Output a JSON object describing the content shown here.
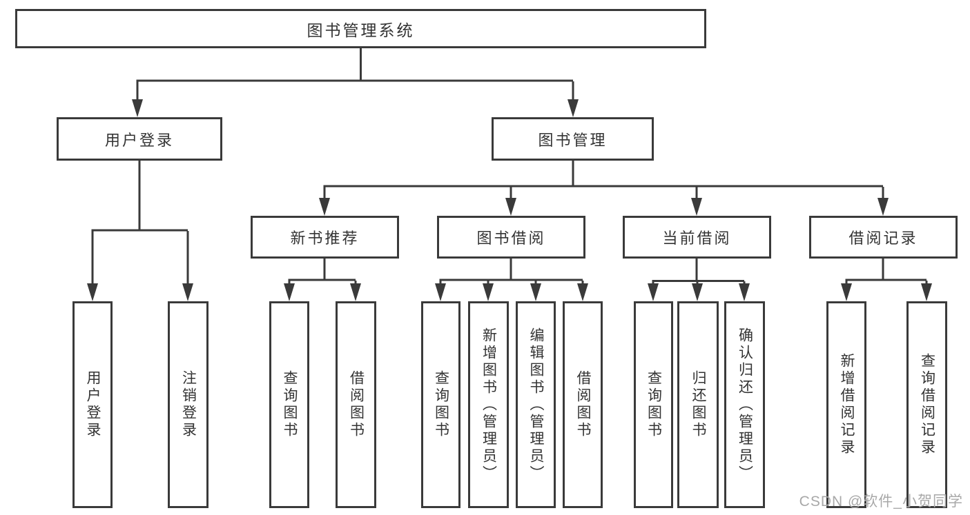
{
  "colors": {
    "line": "#3a3a3a",
    "text": "#333333",
    "watermark_gray": "#a8a8a8",
    "background": "#ffffff"
  },
  "watermark": "CSDN @软件_小贺同学",
  "tree": {
    "root": {
      "label": "图书管理系统",
      "children": [
        {
          "label": "用户登录",
          "children": [
            {
              "label": "用户登录"
            },
            {
              "label": "注销登录"
            }
          ]
        },
        {
          "label": "图书管理",
          "children": [
            {
              "label": "新书推荐",
              "children": [
                {
                  "label": "查询图书"
                },
                {
                  "label": "借阅图书"
                }
              ]
            },
            {
              "label": "图书借阅",
              "children": [
                {
                  "label": "查询图书"
                },
                {
                  "label": "新增图书（管理员）"
                },
                {
                  "label": "编辑图书（管理员）"
                },
                {
                  "label": "借阅图书"
                }
              ]
            },
            {
              "label": "当前借阅",
              "children": [
                {
                  "label": "查询图书"
                },
                {
                  "label": "归还图书"
                },
                {
                  "label": "确认归还（管理员）"
                }
              ]
            },
            {
              "label": "借阅记录",
              "children": [
                {
                  "label": "新增借阅记录"
                },
                {
                  "label": "查询借阅记录"
                }
              ]
            }
          ]
        }
      ]
    }
  }
}
